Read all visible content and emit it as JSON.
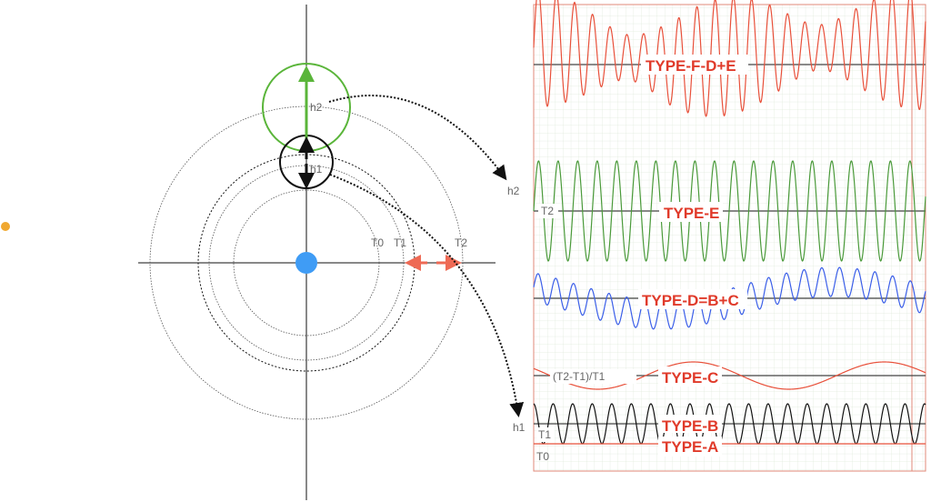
{
  "left": {
    "labels": {
      "t0": "T0",
      "t1": "T1",
      "t2": "T2",
      "h1": "h1",
      "h2": "h2",
      "h1_target": "h1",
      "h2_target": "h2"
    }
  },
  "right": {
    "types": {
      "f": "TYPE-F-D+E",
      "e": "TYPE-E",
      "d": "TYPE-D=B+C",
      "c": "TYPE-C",
      "b": "TYPE-B",
      "a": "TYPE-A"
    },
    "axis_labels": {
      "t2": "T2",
      "ratio": "(T2-T1)/T1",
      "t1": "T1",
      "t0": "T0"
    }
  },
  "colors": {
    "red": "#e8503a",
    "green": "#4a9a3a",
    "blue": "#3a5ee8",
    "black": "#111111",
    "orange": "#f0a830",
    "dot": "#3f9cf5",
    "arrow_green": "#5ab53a",
    "arrow_red": "#ee6a55"
  }
}
